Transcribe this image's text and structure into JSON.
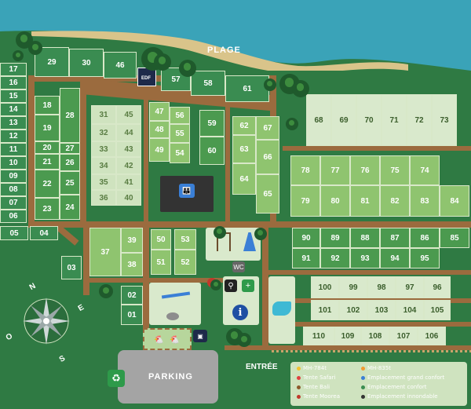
{
  "labels": {
    "plage": "PLAGE",
    "entree": "ENTRÉE",
    "parking": "PARKING",
    "edf": "EDF"
  },
  "compass": {
    "n": "N",
    "e": "E",
    "s": "S",
    "o": "O"
  },
  "plots": {
    "p01": "01",
    "p02": "02",
    "p03": "03",
    "p04": "04",
    "p05": "05",
    "p06": "06",
    "p07": "07",
    "p08": "08",
    "p09": "09",
    "p10": "10",
    "p11": "11",
    "p12": "12",
    "p13": "13",
    "p14": "14",
    "p15": "15",
    "p16": "16",
    "p17": "17",
    "p18": "18",
    "p19": "19",
    "p20": "20",
    "p21": "21",
    "p22": "22",
    "p23": "23",
    "p24": "24",
    "p25": "25",
    "p26": "26",
    "p27": "27",
    "p28": "28",
    "p29": "29",
    "p30": "30",
    "p31": "31",
    "p32": "32",
    "p33": "33",
    "p34": "34",
    "p35": "35",
    "p36": "36",
    "p37": "37",
    "p38": "38",
    "p39": "39",
    "p40": "40",
    "p41": "41",
    "p42": "42",
    "p43": "43",
    "p44": "44",
    "p45": "45",
    "p46": "46",
    "p47": "47",
    "p48": "48",
    "p49": "49",
    "p50": "50",
    "p51": "51",
    "p52": "52",
    "p53": "53",
    "p54": "54",
    "p55": "55",
    "p56": "56",
    "p57": "57",
    "p58": "58",
    "p59": "59",
    "p60": "60",
    "p61": "61",
    "p62": "62",
    "p63": "63",
    "p64": "64",
    "p65": "65",
    "p66": "66",
    "p67": "67",
    "p68": "68",
    "p69": "69",
    "p70": "70",
    "p71": "71",
    "p72": "72",
    "p73": "73",
    "p74": "74",
    "p75": "75",
    "p76": "76",
    "p77": "77",
    "p78": "78",
    "p79": "79",
    "p80": "80",
    "p81": "81",
    "p82": "82",
    "p83": "83",
    "p84": "84",
    "p85": "85",
    "p86": "86",
    "p87": "87",
    "p88": "88",
    "p89": "89",
    "p90": "90",
    "p91": "91",
    "p92": "92",
    "p93": "93",
    "p94": "94",
    "p95": "95",
    "p96": "96",
    "p97": "97",
    "p98": "98",
    "p99": "99",
    "p100": "100",
    "p101": "101",
    "p102": "102",
    "p103": "103",
    "p104": "104",
    "p105": "105",
    "p106": "106",
    "p107": "107",
    "p108": "108",
    "p109": "109",
    "p110": "110"
  },
  "legend": [
    {
      "label": "MH-784t",
      "color": "#f2c230"
    },
    {
      "label": "MH-835t",
      "color": "#f29a30"
    },
    {
      "label": "Tente Safari",
      "color": "#e04040"
    },
    {
      "label": "Emplacement grand confort",
      "color": "#3a7fd6"
    },
    {
      "label": "Tente Bali",
      "color": "#8c5a2c"
    },
    {
      "label": "Emplacement confort",
      "color": "#3a8c51"
    },
    {
      "label": "Tente Moorea",
      "color": "#c0392b"
    },
    {
      "label": "Emplacement innondable",
      "color": "#333333"
    }
  ],
  "colors": {
    "grass": "#2f7a43",
    "road": "#9b6b3e",
    "sea": "#3aa3b8",
    "sand": "#d9c48a"
  }
}
